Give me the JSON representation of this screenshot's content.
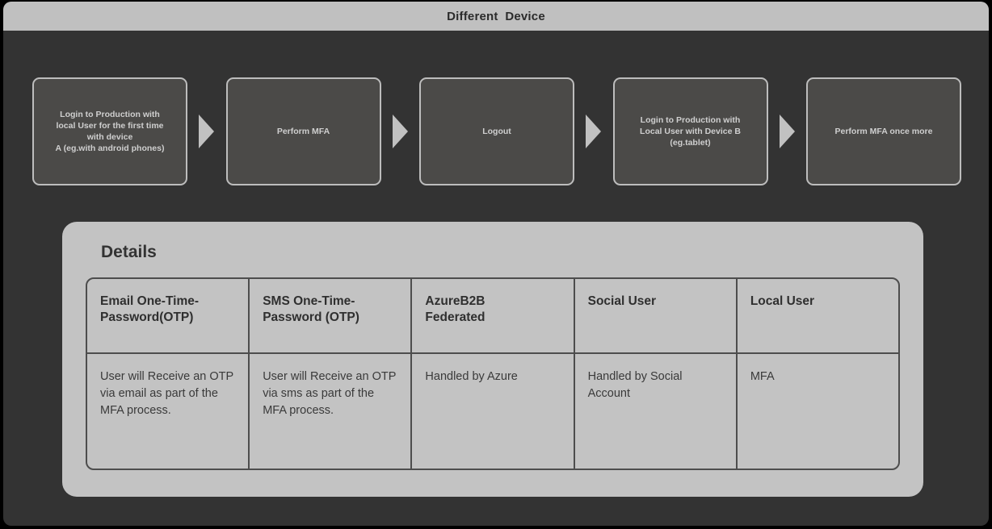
{
  "header": {
    "title": "Different  Device"
  },
  "flow": {
    "steps": [
      {
        "label": "Login to Production with\nlocal User for the first time\nwith device\nA (eg.with android phones)",
        "name": "login-device-a"
      },
      {
        "label": "Perform MFA",
        "name": "perform-mfa"
      },
      {
        "label": "Logout",
        "name": "logout"
      },
      {
        "label": "Login to Production with\nLocal User with Device B\n(eg.tablet)",
        "name": "login-device-b"
      },
      {
        "label": "Perform MFA once more",
        "name": "perform-mfa-once-more"
      }
    ],
    "arrow_glyph": "triangle-right"
  },
  "details": {
    "title": "Details",
    "table": {
      "columns": [
        "Email One-Time-\nPassword(OTP)",
        "SMS One-Time-\nPassword (OTP)",
        "AzureB2B\nFederated",
        "Social User",
        "Local User"
      ],
      "rows": [
        [
          "User will Receive an OTP via email as part of the MFA process.",
          "User will Receive an OTP via sms as part of the MFA process.",
          "Handled by Azure",
          "Handled by Social Account",
          "MFA"
        ]
      ]
    }
  },
  "colors": {
    "background": "#000000",
    "panel_dark": "#333333",
    "title_bar": "#c0c0c0",
    "box_fill": "#4b4a48",
    "box_border": "#bdbdbd",
    "box_text": "#cfcfcf",
    "details_panel": "#c3c3c3",
    "table_border": "#4d4d4d",
    "arrow": "#c1c1c1"
  }
}
